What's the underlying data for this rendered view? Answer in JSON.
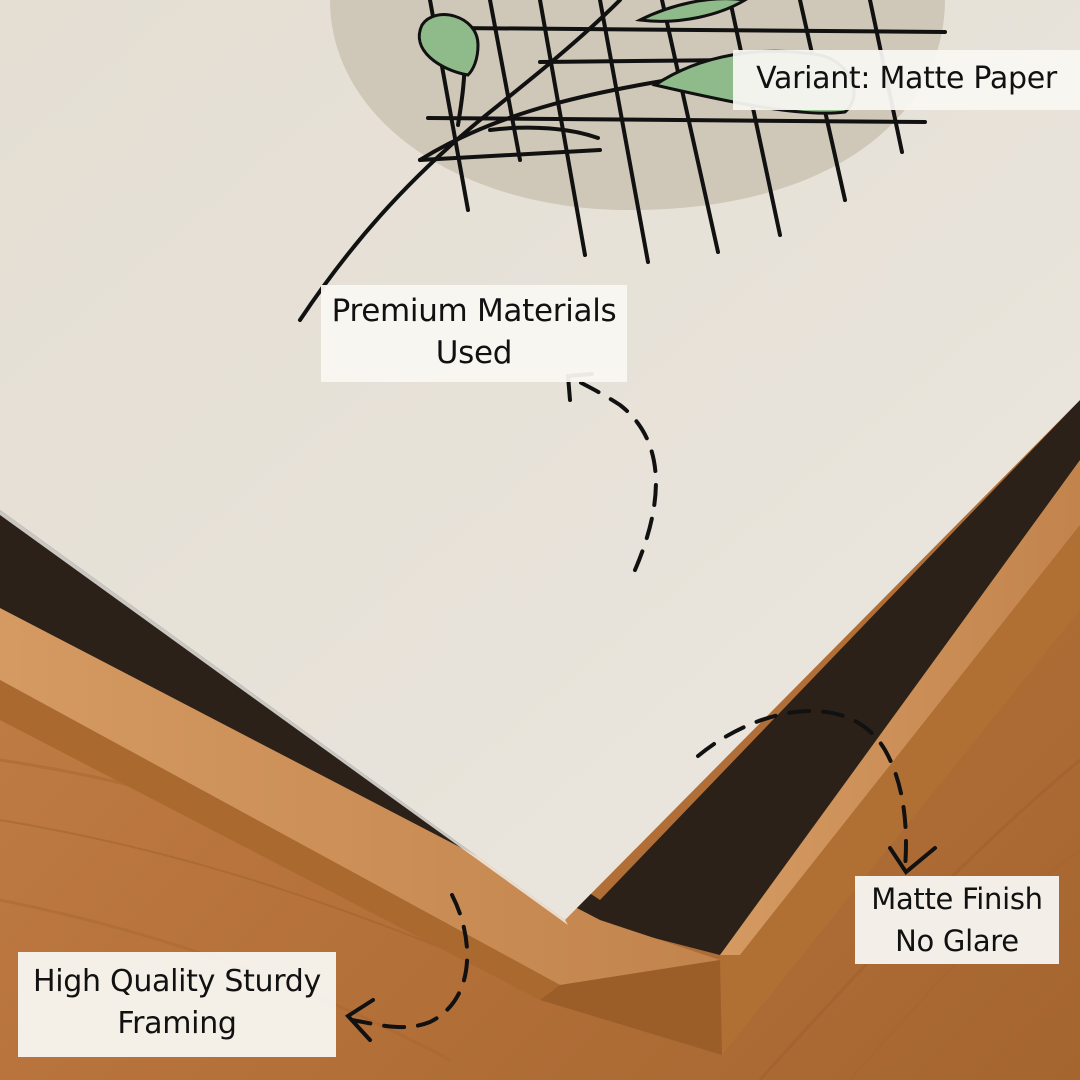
{
  "callouts": {
    "variant": {
      "text": "Variant: Matte Paper"
    },
    "premium": {
      "line1": "Premium Materials",
      "line2": "Used"
    },
    "matte": {
      "line1": "Matte Finish",
      "line2": "No Glare"
    },
    "framing": {
      "line1": "High Quality Sturdy",
      "line2": "Framing"
    }
  },
  "colors": {
    "paper": "#e6e1d8",
    "wood": "#b9773e",
    "frame_inner_shadow": "#2a2019",
    "leaf_green": "#8fb98a",
    "circle_beige": "#cdc5b5",
    "ink": "#111111"
  }
}
